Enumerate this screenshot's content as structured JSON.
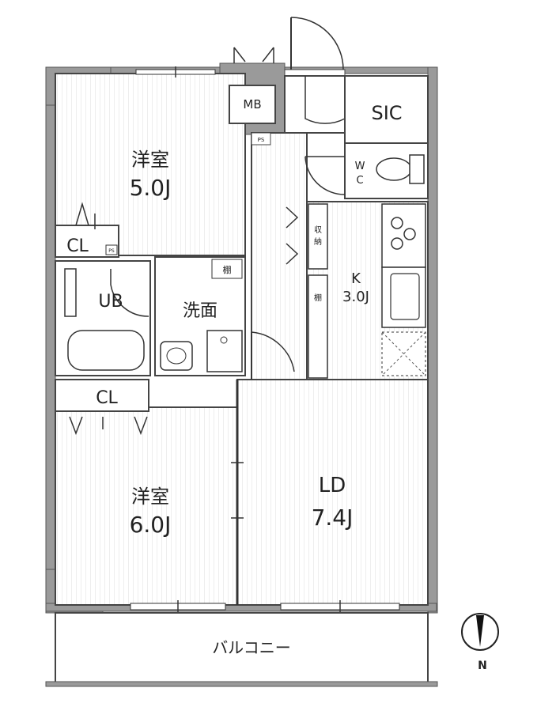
{
  "rooms": {
    "western_room_1": {
      "name": "洋室",
      "size": "5.0J"
    },
    "western_room_2": {
      "name": "洋室",
      "size": "6.0J"
    },
    "ld": {
      "name": "LD",
      "size": "7.4J"
    },
    "kitchen": {
      "name": "K",
      "size": "3.0J"
    },
    "washroom": {
      "name": "洗面"
    },
    "unit_bath": {
      "name": "UB"
    },
    "closet_1": {
      "name": "CL"
    },
    "closet_2": {
      "name": "CL"
    },
    "storage_closet": {
      "name": "SIC"
    },
    "meter_box": {
      "name": "MB"
    },
    "toilet": {
      "line1": "W",
      "line2": "C"
    },
    "balcony": {
      "name": "バルコニー"
    }
  },
  "small_labels": {
    "ps_1": "PS",
    "ps_2": "PS",
    "shelf_1": "棚",
    "shelf_2": "棚",
    "storage_line1": "収",
    "storage_line2": "納"
  },
  "compass": {
    "label": "N"
  },
  "colors": {
    "wall": "#555555",
    "wall_fill": "#9a9a9a",
    "floor": "#f6f6f6",
    "line": "#333333"
  }
}
